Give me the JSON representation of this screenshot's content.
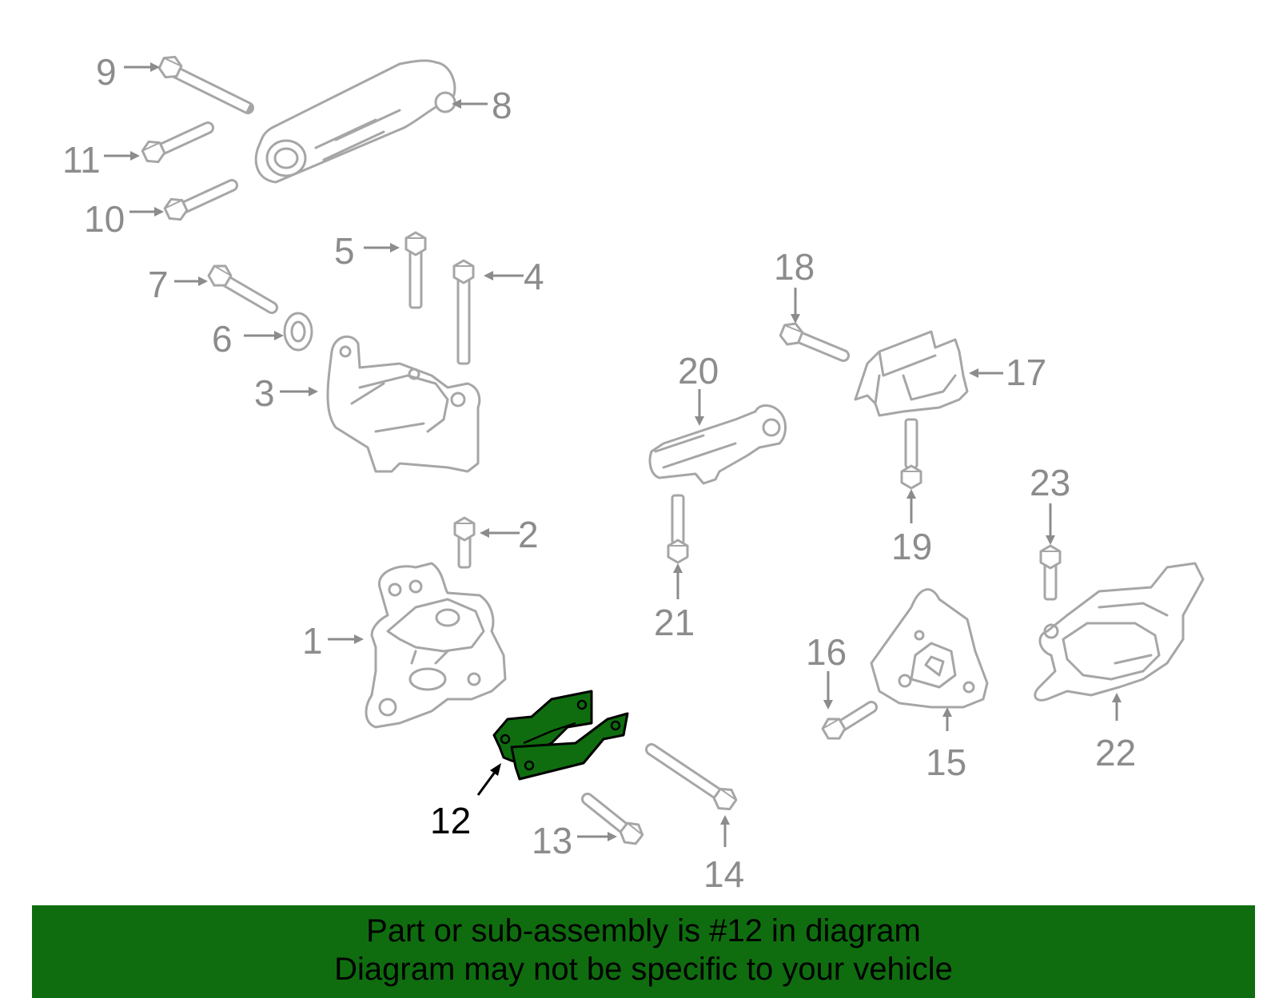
{
  "diagram": {
    "highlighted_part": "12",
    "callouts": [
      "1",
      "2",
      "3",
      "4",
      "5",
      "6",
      "7",
      "8",
      "9",
      "10",
      "11",
      "12",
      "13",
      "14",
      "15",
      "16",
      "17",
      "18",
      "19",
      "20",
      "21",
      "22",
      "23"
    ]
  },
  "banner": {
    "line1": "Part or sub-assembly is #12 in diagram",
    "line2": "Diagram may not be specific to your vehicle",
    "color": "#0f6d0f"
  },
  "colors": {
    "outline": "#a6a6a6",
    "label": "#8c8c8c",
    "highlight": "#0f6d0f"
  }
}
